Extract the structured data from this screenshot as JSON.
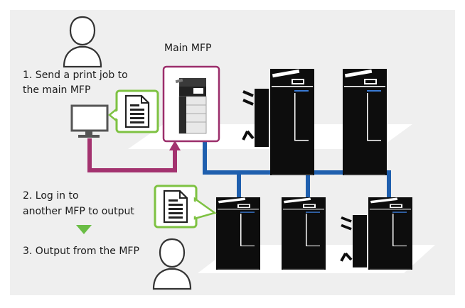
{
  "labels": {
    "main_mfp": "Main MFP",
    "step1_line1": "1. Send a print job to",
    "step1_line2": "the main MFP",
    "step2_line1": "2. Log in to",
    "step2_line2": "another MFP to output",
    "step3": "3. Output from the MFP"
  },
  "icons": {
    "user": "user-icon",
    "computer": "monitor-icon",
    "document": "document-icon",
    "printer": "mfp-icon",
    "arrow": "arrow-down-icon"
  },
  "colors": {
    "background": "#efefef",
    "network_line": "#1f5fae",
    "print_path": "#a3326f",
    "main_mfp_frame": "#9b2e6b",
    "document_frame": "#7ec242",
    "step_arrow": "#6abd45",
    "device_body": "#0d0d0d",
    "platform": "#ffffff"
  }
}
